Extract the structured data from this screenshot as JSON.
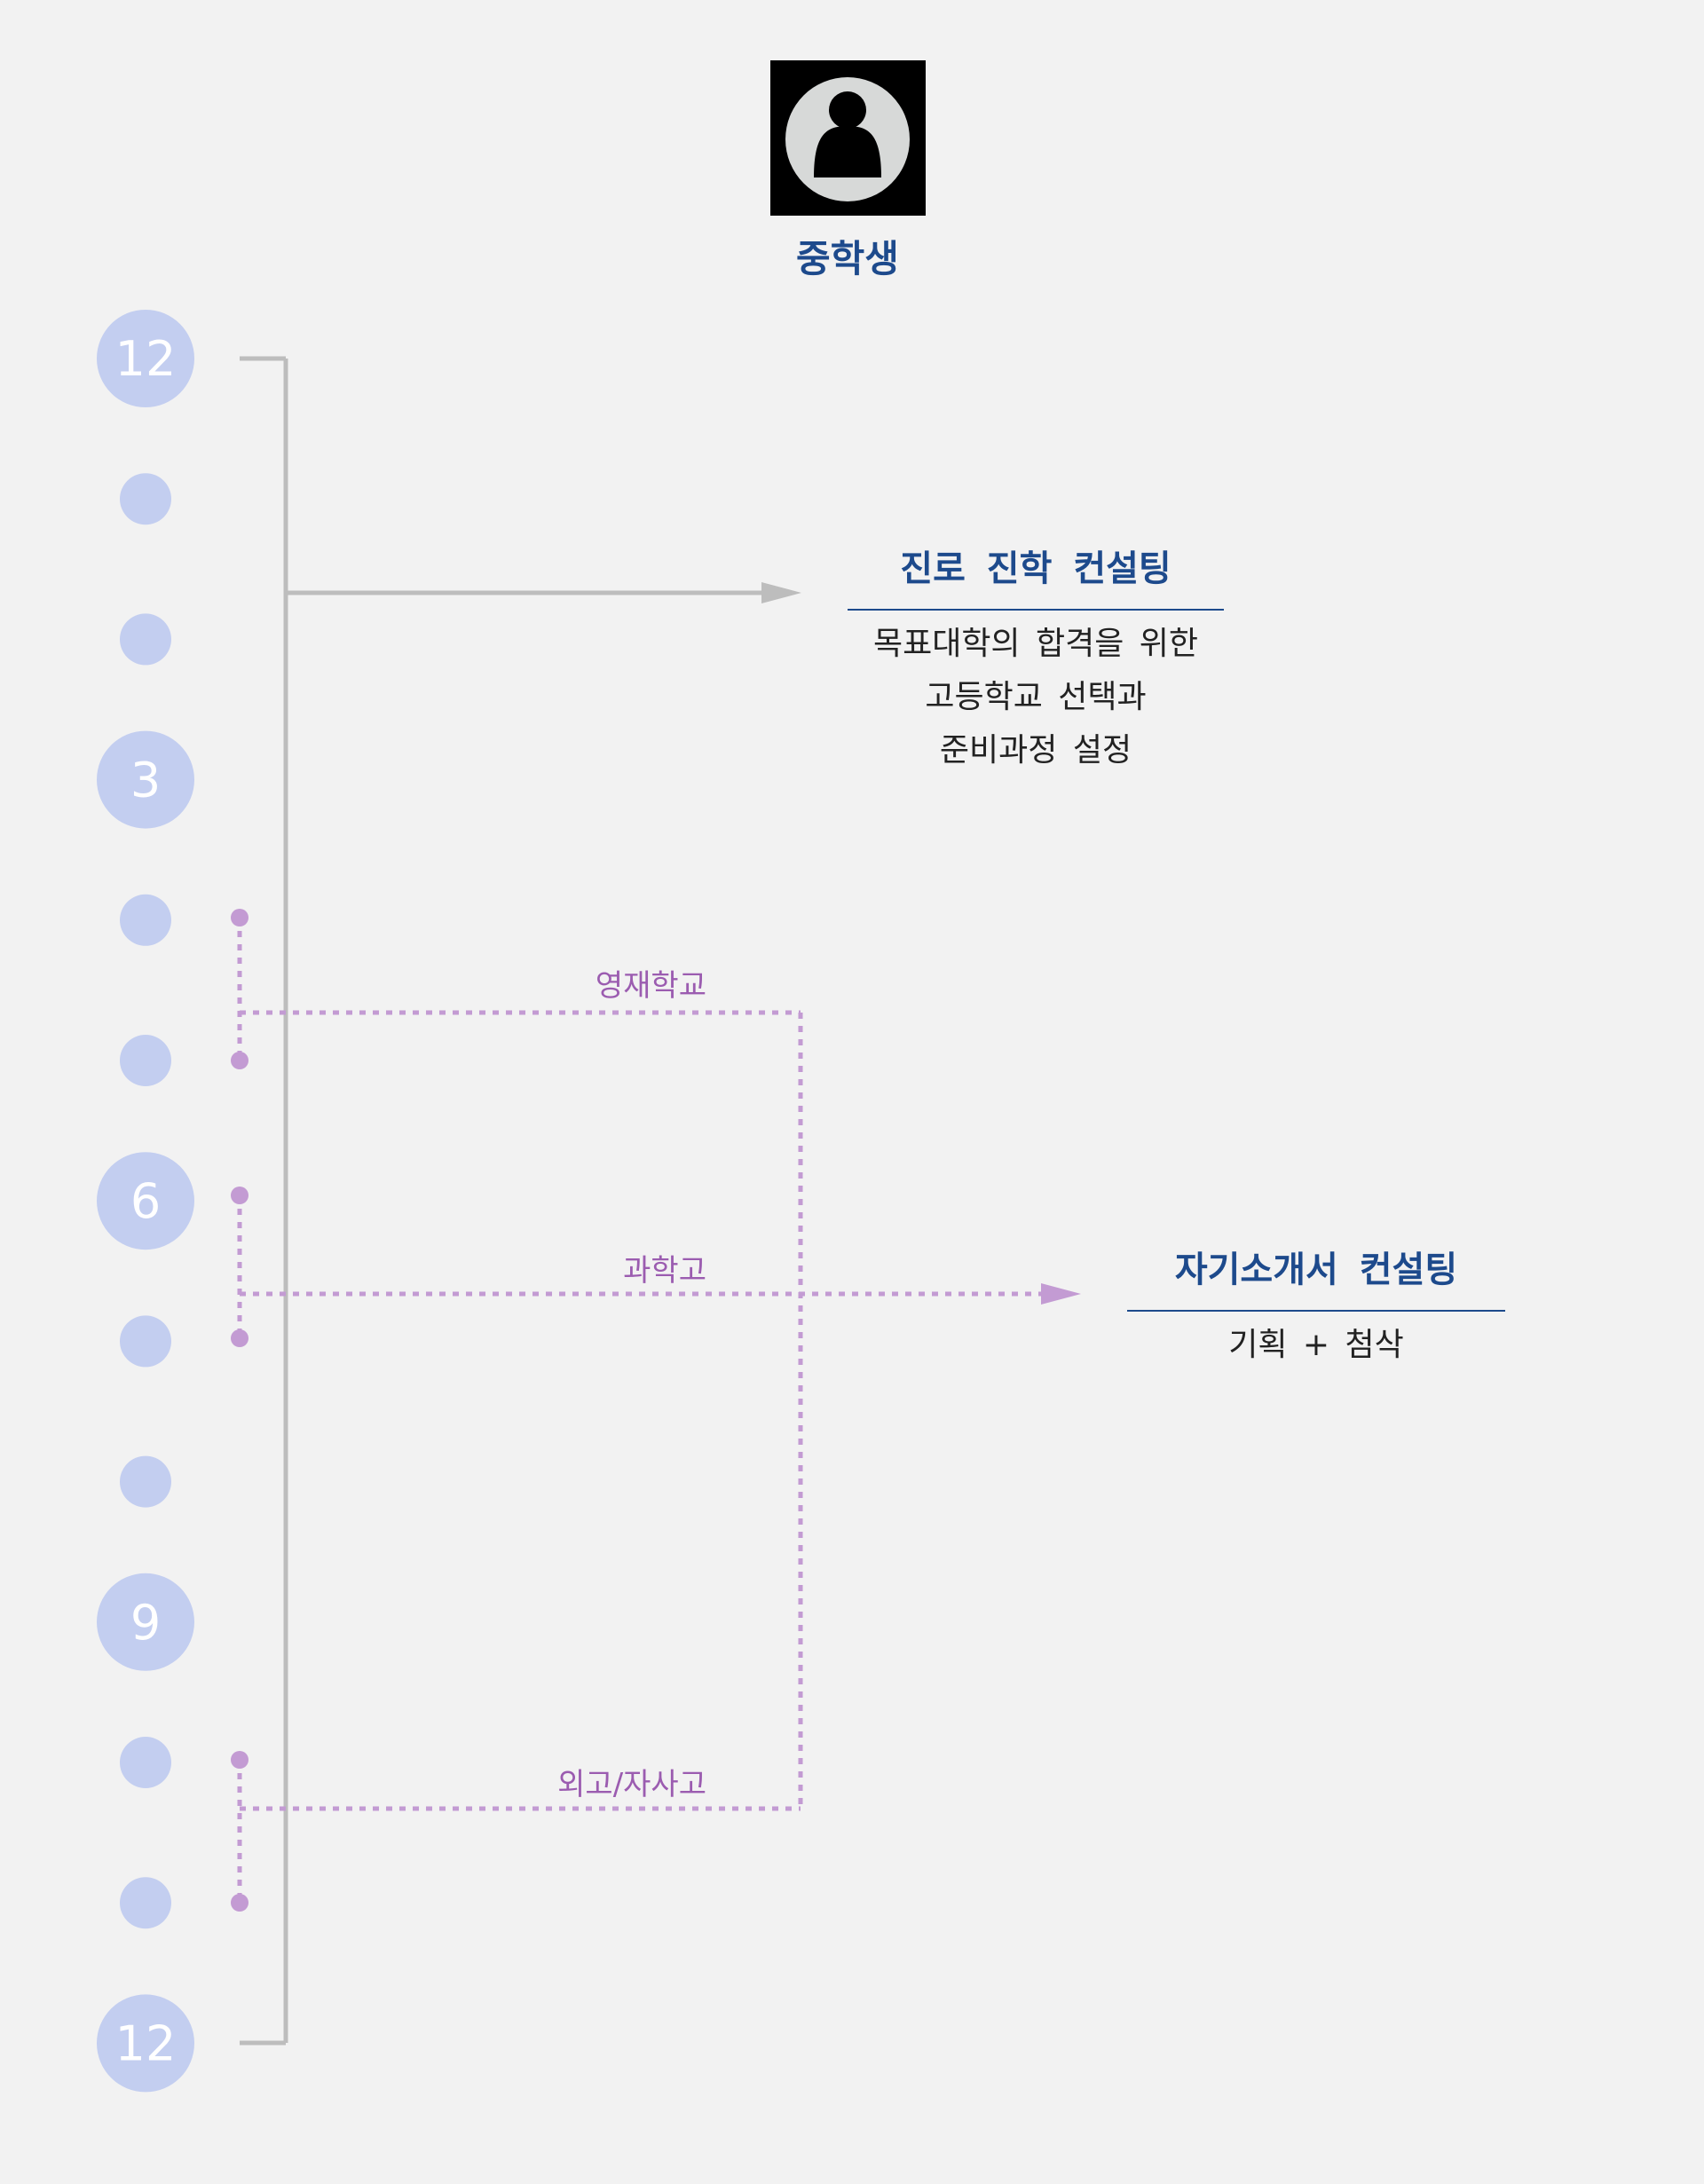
{
  "header": {
    "role_label": "중학생",
    "icon": "person-icon"
  },
  "timeline": {
    "months": [
      "12",
      "",
      "",
      "3",
      "",
      "",
      "6",
      "",
      "",
      "9",
      "",
      "",
      "12"
    ]
  },
  "consulting": [
    {
      "title": "진로 진학 컨설팅",
      "lines": [
        "목표대학의 합격을 위한",
        "고등학교 선택과",
        "준비과정 설정"
      ]
    },
    {
      "title": "자기소개서 컨설팅",
      "lines": [
        "기획 + 첨삭"
      ]
    }
  ],
  "school_paths": [
    {
      "label": "영재학교"
    },
    {
      "label": "과학고"
    },
    {
      "label": "외고/자사고"
    }
  ],
  "colors": {
    "background": "#f2f2f2",
    "month_circle": "#c3cef0",
    "month_text": "#ffffff",
    "timeline_line": "#bdbdbd",
    "heading_blue": "#1d4a8c",
    "path_purple": "#c39bd3",
    "path_label": "#9b5cb0"
  }
}
